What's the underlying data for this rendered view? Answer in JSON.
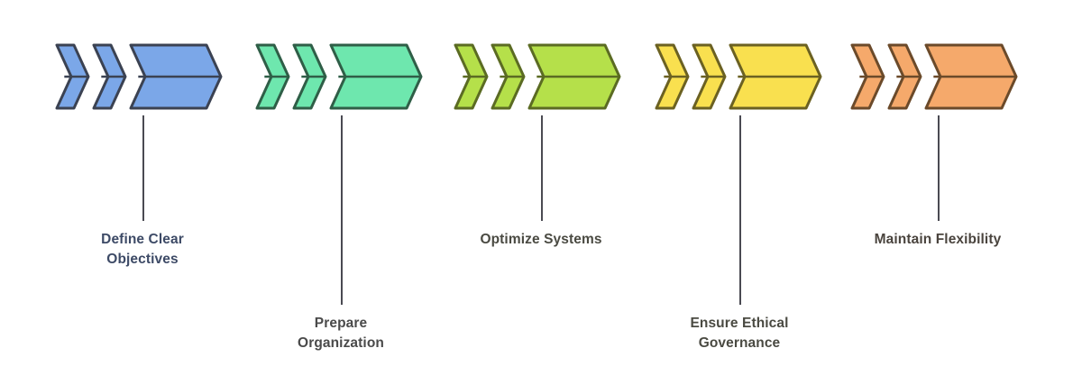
{
  "diagram": {
    "type": "chevron-process-flow",
    "stage_count": 5,
    "background_color": "#FFFFFF",
    "connector_color": "#4A4A52",
    "stages": [
      {
        "index": 1,
        "label": "Define Clear\nObjectives",
        "label_color": "#3D4A66",
        "fill_color": "#7BA7E8",
        "stroke_color": "#3B4252",
        "label_level": "upper"
      },
      {
        "index": 2,
        "label": "Prepare\nOrganization",
        "label_color": "#4A4A4A",
        "fill_color": "#6EE7AE",
        "stroke_color": "#2F5E47",
        "label_level": "lower"
      },
      {
        "index": 3,
        "label": "Optimize Systems",
        "label_color": "#4A4A42",
        "fill_color": "#B5E04A",
        "stroke_color": "#5B6B23",
        "label_level": "upper"
      },
      {
        "index": 4,
        "label": "Ensure Ethical\nGovernance",
        "label_color": "#4A4A42",
        "fill_color": "#F9E04F",
        "stroke_color": "#6B6122",
        "label_level": "lower"
      },
      {
        "index": 5,
        "label": "Maintain Flexibility",
        "label_color": "#4A443E",
        "fill_color": "#F5A96B",
        "stroke_color": "#6B4A2A",
        "label_level": "upper"
      }
    ]
  }
}
